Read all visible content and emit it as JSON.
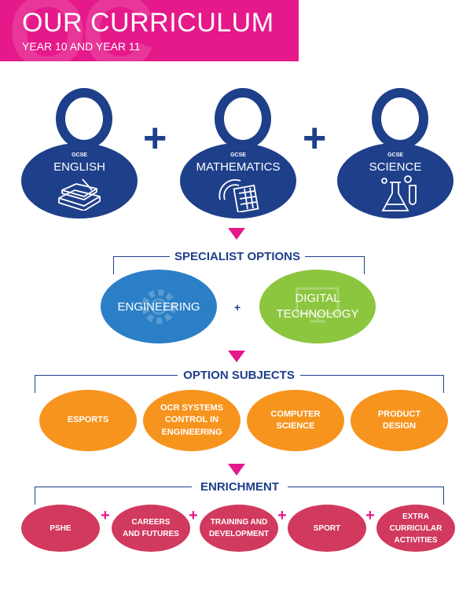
{
  "header": {
    "title": "OUR CURRICULUM",
    "subtitle": "YEAR 10 AND YEAR 11",
    "color": "#e5198a"
  },
  "core": {
    "level": "GCSE",
    "subjects": [
      {
        "name": "ENGLISH",
        "icon": "books-icon"
      },
      {
        "name": "MATHEMATICS",
        "icon": "calculator-protractor-icon"
      },
      {
        "name": "SCIENCE",
        "icon": "flask-icon"
      }
    ],
    "color": "#1e3f8a",
    "plus": "+"
  },
  "specialist": {
    "title": "SPECIALIST OPTIONS",
    "items": [
      {
        "name": "ENGINEERING",
        "color": "#2b7fc6",
        "icon": "gear-icon"
      },
      {
        "name": "DIGITAL TECHNOLOGY",
        "color": "#8cc63f",
        "icon": "monitor-icon"
      }
    ],
    "plus": "+"
  },
  "options": {
    "title": "OPTION SUBJECTS",
    "color": "#f7941d",
    "items": [
      {
        "name": "ESPORTS"
      },
      {
        "name": "OCR SYSTEMS\nCONTROL IN\nENGINEERING"
      },
      {
        "name": "COMPUTER\nSCIENCE"
      },
      {
        "name": "PRODUCT\nDESIGN"
      }
    ]
  },
  "enrichment": {
    "title": "ENRICHMENT",
    "color": "#d2395e",
    "plus": "+",
    "items": [
      {
        "name": "PSHE"
      },
      {
        "name": "CAREERS\nAND FUTURES"
      },
      {
        "name": "TRAINING AND\nDEVELOPMENT"
      },
      {
        "name": "SPORT"
      },
      {
        "name": "EXTRA\nCURRICULAR\nACTIVITIES"
      }
    ]
  }
}
